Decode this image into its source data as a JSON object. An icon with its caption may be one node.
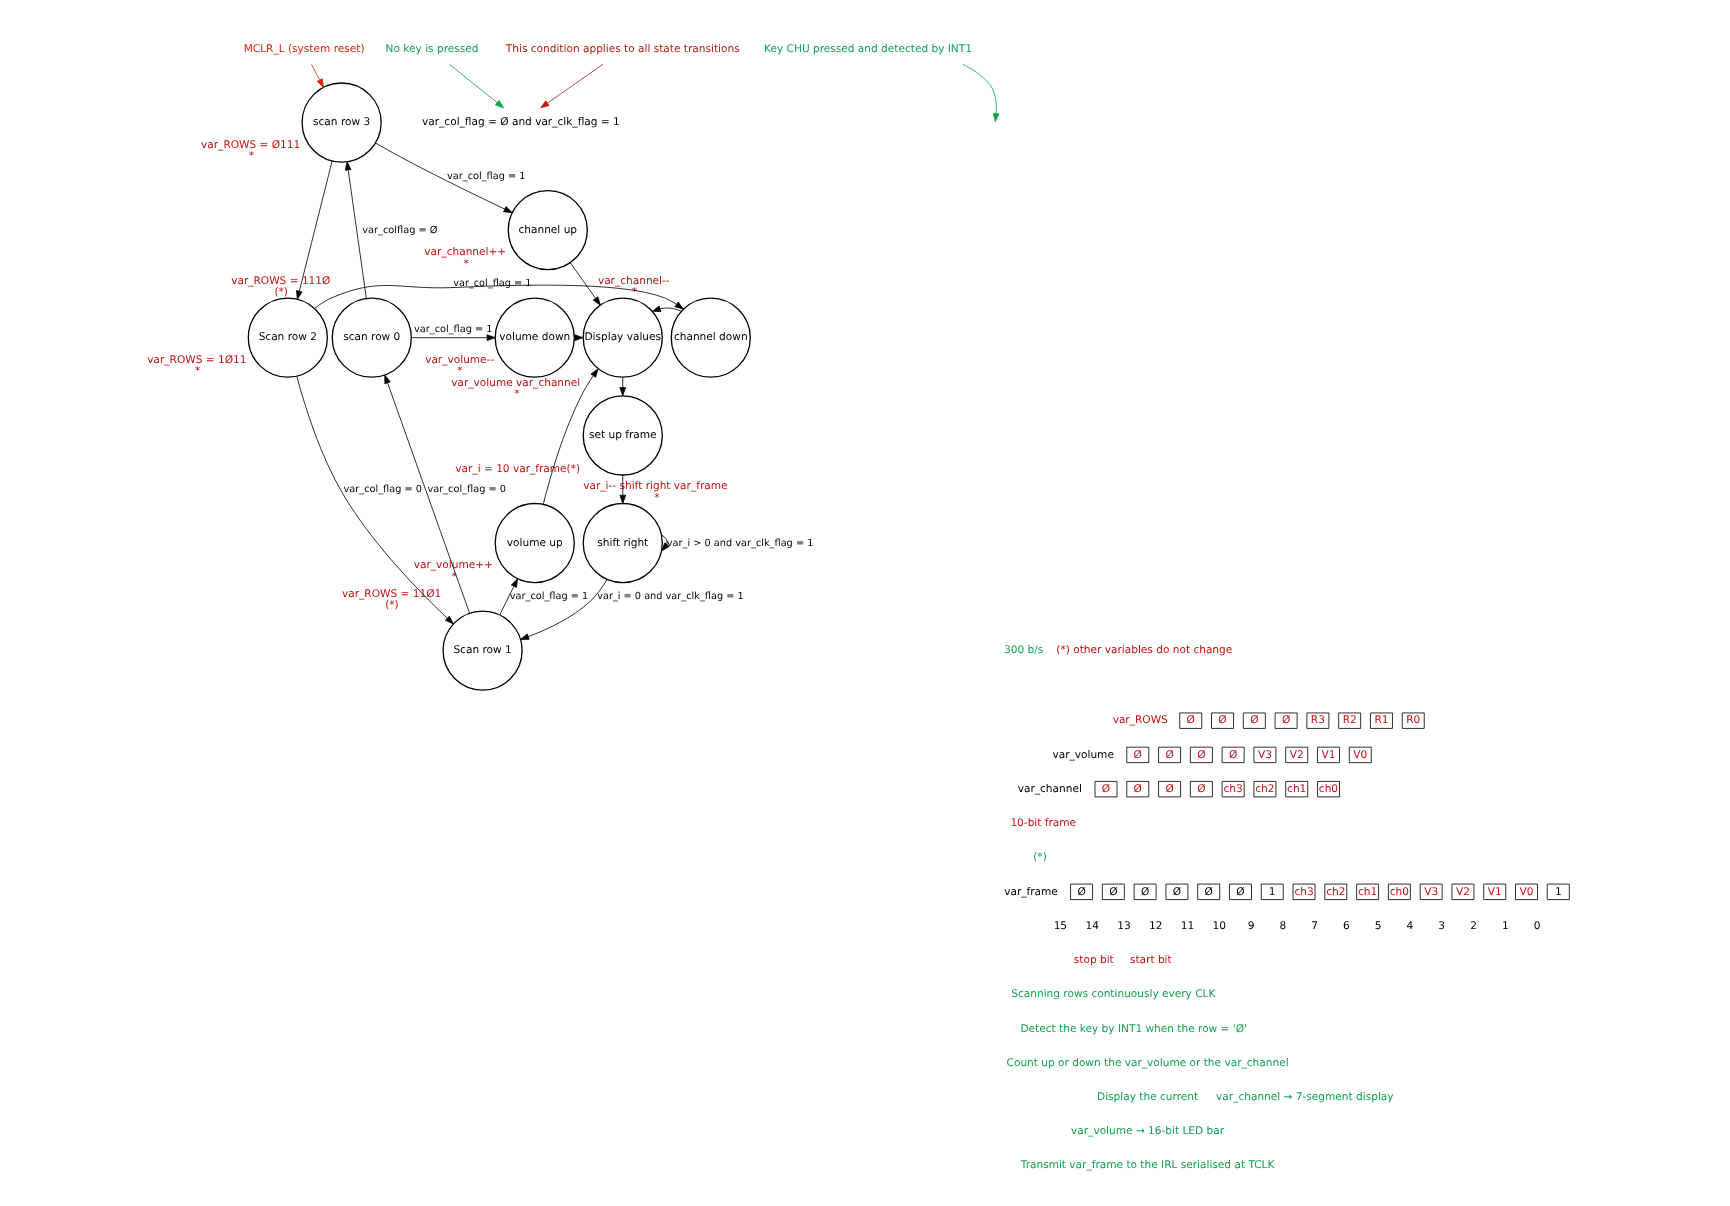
{
  "diagram": {
    "nodes": [
      {
        "text": [
          "scan row 3"
        ],
        "beside": [
          "var_ROWS = Ø111",
          "*"
        ]
      },
      {
        "text": [
          "channel up"
        ],
        "beside": [
          "var_channel++",
          "*"
        ]
      },
      {
        "text": [
          "Display values"
        ],
        "beside": [
          "var_volume var_channel",
          "*"
        ]
      },
      {
        "text": [
          "volume down"
        ],
        "beside": [
          "var_volume--",
          "*"
        ]
      },
      {
        "text": [
          "scan row 0"
        ],
        "beside": [
          "var_ROWS = 111Ø",
          "(*)"
        ]
      },
      {
        "text": [
          "channel down"
        ],
        "beside": [
          "var_channel--",
          "*"
        ]
      },
      {
        "text": [
          "Scan row 2"
        ],
        "beside": [
          "var_ROWS = 1Ø11",
          "*"
        ]
      },
      {
        "text": [
          "set up frame"
        ],
        "beside": [
          "var_i = 10 var_frame(*)"
        ]
      },
      {
        "text": [
          "shift right"
        ],
        "beside": [
          "var_i-- shift right var_frame",
          "*"
        ]
      },
      {
        "text": [
          "volume up"
        ],
        "beside": [
          "var_volume++",
          "*"
        ]
      },
      {
        "text": [
          "Scan row 1"
        ],
        "beside": [
          "var_ROWS = 11Ø1",
          "(*)"
        ]
      },
      {
        "text": [
          "MCLR_L (system reset)"
        ]
      },
      {
        "text": [
          "Key CHU pressed and detected by INT1"
        ]
      },
      {
        "text": [
          "No key is pressed"
        ]
      },
      {
        "text": [
          "var_col_flag = Ø and var_clk_flag = 1"
        ]
      },
      {
        "text": [
          "This condition applies to all state transitions"
        ]
      }
    ],
    "edges": [
      {
        "from": 4,
        "to": 0,
        "arrow": "to",
        "label": "var_colflag = Ø"
      },
      {
        "from": 0,
        "to": 1,
        "arrow": "to",
        "label": "var_col_flag = 1"
      },
      {
        "from": 0,
        "to": 6,
        "arrow": "to"
      },
      {
        "from": 1,
        "to": 2,
        "arrow": "to"
      },
      {
        "from": 4,
        "to": 3,
        "arrow": "to",
        "label": "var_col_flag = 1"
      },
      {
        "from": 3,
        "to": 2,
        "arrow": "to"
      },
      {
        "from": 6,
        "to": 5,
        "arrow": "to",
        "label": "var_col_flag = 1"
      },
      {
        "from": 5,
        "to": 2,
        "arrow": "to"
      },
      {
        "from": 2,
        "to": 7,
        "arrow": "to"
      },
      {
        "from": 7,
        "to": 8,
        "arrow": "to"
      },
      {
        "from": 8,
        "to": 8,
        "arrow": "to",
        "label": "var_i > 0 and var_clk_flag = 1"
      },
      {
        "from": 8,
        "to": 10,
        "arrow": "to",
        "label": "var_i = 0 and var_clk_flag = 1"
      },
      {
        "from": 6,
        "to": 10,
        "arrow": "to",
        "label": "var_col_flag = 0"
      },
      {
        "from": 10,
        "to": 9,
        "arrow": "to",
        "label": "var_col_flag = 1"
      },
      {
        "from": 9,
        "to": 2,
        "arrow": "to"
      },
      {
        "from": 10,
        "to": 4,
        "arrow": "to",
        "label": "var_col_flag = 0"
      },
      {
        "from": 11,
        "to": 0,
        "arrow": "to",
        "color": "#e02010"
      },
      {
        "from": 12,
        "to": null,
        "arrow": "to",
        "color": "#10a050"
      },
      {
        "from": 13,
        "to": 14,
        "arrow": "to",
        "color": "#10a050"
      },
      {
        "from": 15,
        "to": 14,
        "arrow": "to",
        "color": "#b02010"
      }
    ],
    "labels": [
      "(*) other variables do not change",
      "var_ROWS",
      "Ø",
      "Ø",
      "Ø",
      "Ø",
      "R3",
      "R2",
      "R1",
      "R0",
      "var_volume",
      "Ø",
      "Ø",
      "Ø",
      "Ø",
      "V3",
      "V2",
      "V1",
      "V0",
      "var_channel",
      "Ø",
      "Ø",
      "Ø",
      "Ø",
      "ch3",
      "ch2",
      "ch1",
      "ch0",
      "10-bit frame",
      "(*)",
      "var_frame",
      "Ø",
      "Ø",
      "Ø",
      "Ø",
      "Ø",
      "Ø",
      "1",
      "ch3",
      "ch2",
      "ch1",
      "ch0",
      "V3",
      "V2",
      "V1",
      "V0",
      "1",
      "15",
      "14",
      "13",
      "12",
      "11",
      "10",
      "9",
      "8",
      "7",
      "6",
      "5",
      "4",
      "3",
      "2",
      "1",
      "0",
      "stop bit",
      "start bit",
      "300 b/s",
      "Scanning rows continuously every CLK",
      "Detect the key by INT1 when the row = 'Ø'",
      "Count up or down the var_volume or the var_channel",
      "Display the current",
      "var_channel → 7-segment display",
      "var_volume → 16-bit LED bar",
      "Transmit var_frame to the IRL serialised at TCLK"
    ]
  }
}
